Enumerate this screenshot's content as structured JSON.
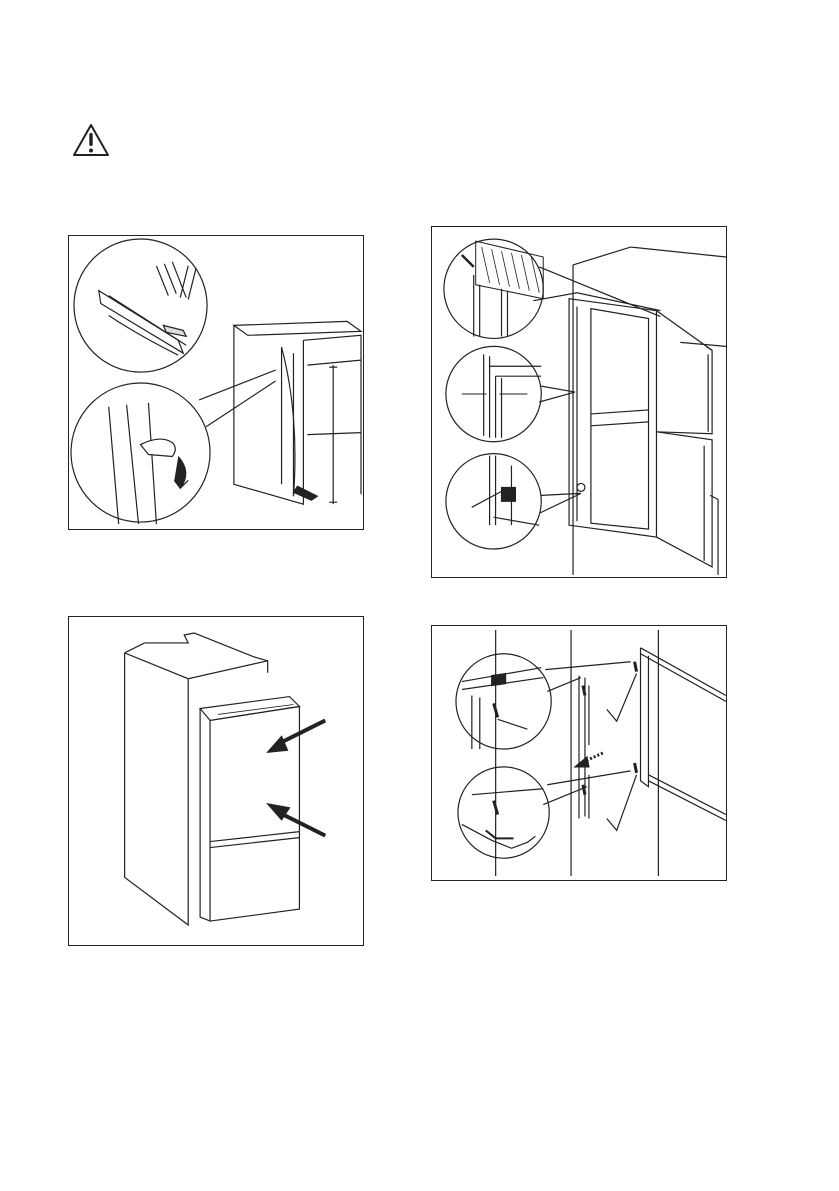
{
  "document": {
    "warning_icon": "warning-triangle-icon",
    "figures": [
      {
        "id": "fig-1",
        "subject": "seal-strip-cutting-and-applying"
      },
      {
        "id": "fig-2",
        "subject": "door-alignment-details"
      },
      {
        "id": "fig-3",
        "subject": "pushing-appliance-into-niche"
      },
      {
        "id": "fig-4",
        "subject": "fixing-screws-on-hinges"
      }
    ]
  },
  "colors": {
    "line": "#222222",
    "background": "#ffffff"
  }
}
